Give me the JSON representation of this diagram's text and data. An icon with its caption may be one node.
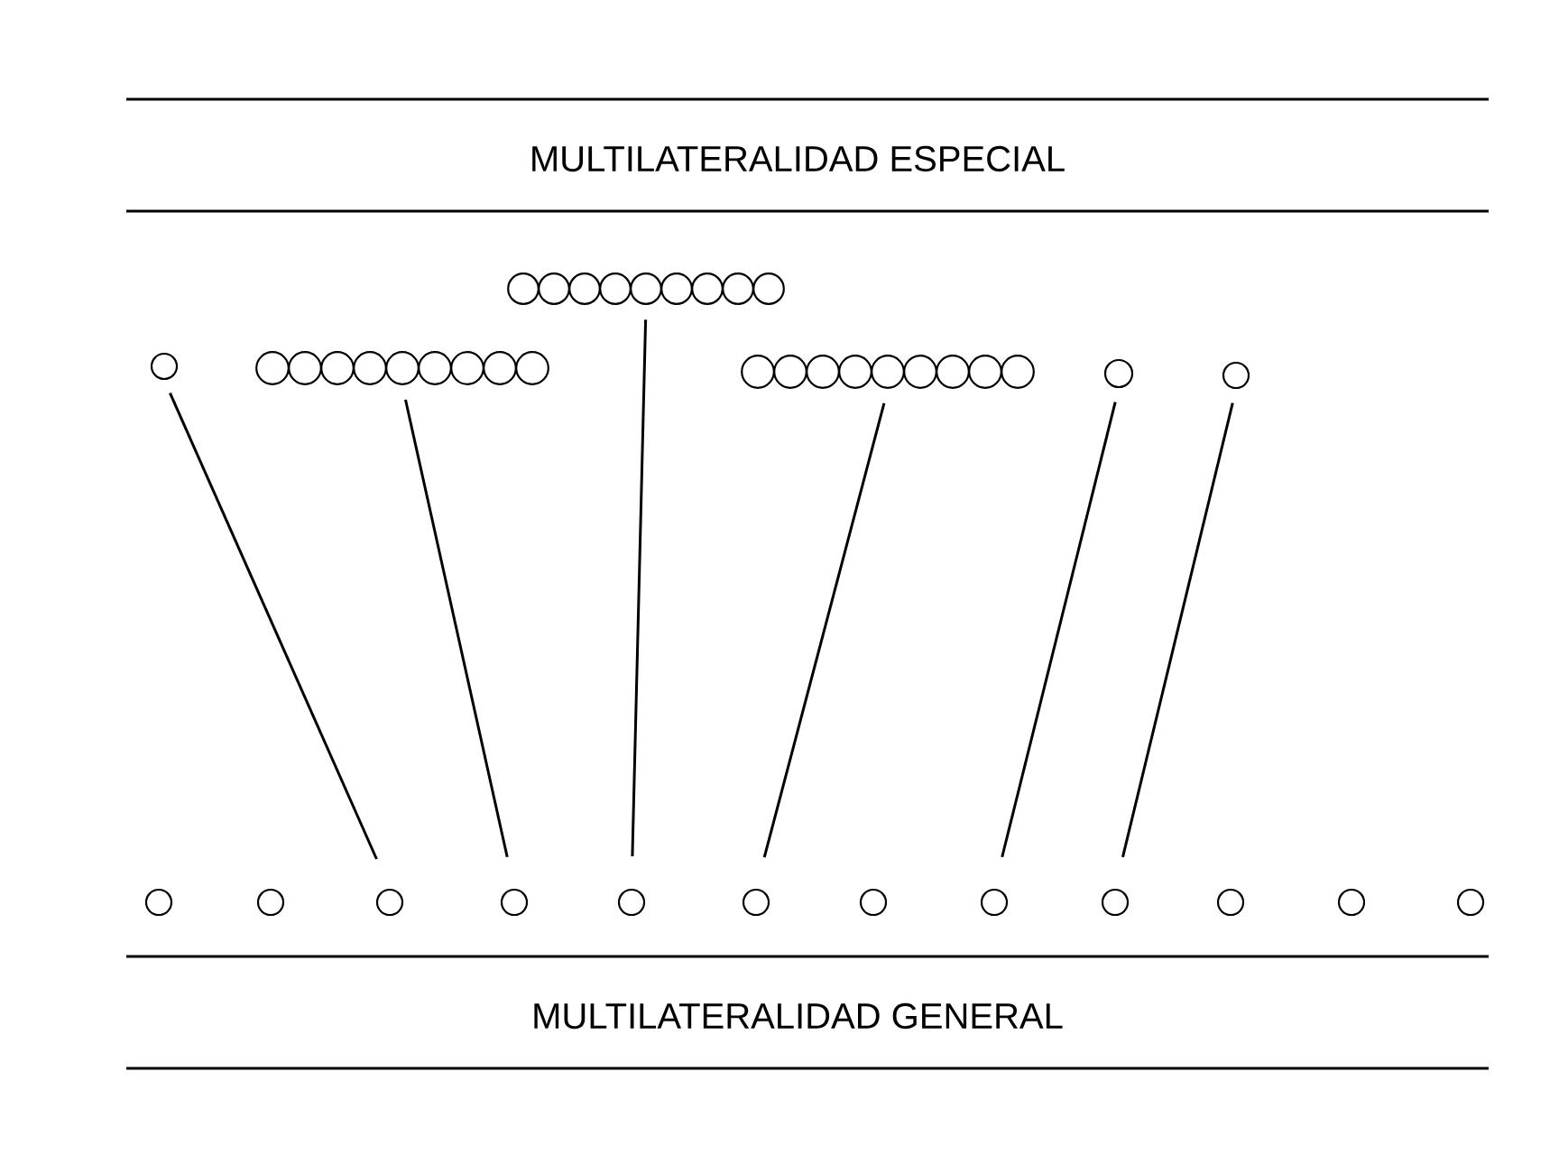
{
  "diagram": {
    "nodes": [
      {
        "text": [],
        "shape": "chain"
      },
      {
        "text": [],
        "shape": "circle"
      },
      {
        "text": [],
        "shape": "chain"
      },
      {
        "text": [],
        "shape": "chain"
      },
      {
        "text": [],
        "shape": "circle"
      },
      {
        "text": [],
        "shape": "circle"
      },
      {
        "text": [],
        "shape": "circle"
      },
      {
        "text": [],
        "shape": "circle"
      },
      {
        "text": [],
        "shape": "circle"
      },
      {
        "text": [],
        "shape": "circle"
      },
      {
        "text": [],
        "shape": "circle"
      },
      {
        "text": [],
        "shape": "circle"
      },
      {
        "text": [],
        "shape": "circle"
      },
      {
        "text": [],
        "shape": "circle"
      },
      {
        "text": [],
        "shape": "circle"
      },
      {
        "text": [],
        "shape": "circle"
      },
      {
        "text": [],
        "shape": "circle"
      },
      {
        "text": [],
        "shape": "circle"
      }
    ],
    "edges": [
      {
        "from": 1,
        "to": 8,
        "arrow": "none"
      },
      {
        "from": 2,
        "to": 9,
        "arrow": "none"
      },
      {
        "from": 0,
        "to": 10,
        "arrow": "none"
      },
      {
        "from": 3,
        "to": 11,
        "arrow": "none"
      },
      {
        "from": 4,
        "to": 13,
        "arrow": "none"
      },
      {
        "from": 5,
        "to": 14,
        "arrow": "none"
      }
    ],
    "labels": [
      "MULTILATERALIDAD ESPECIAL",
      "MULTILATERALIDAD GENERAL"
    ]
  }
}
